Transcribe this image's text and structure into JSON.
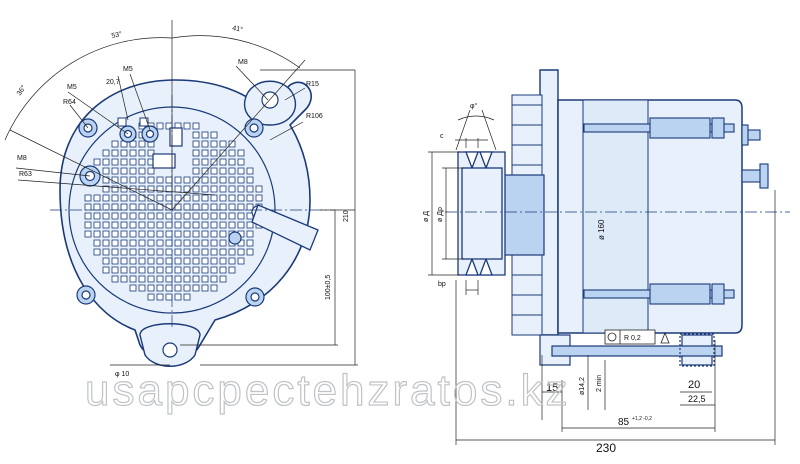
{
  "drawing": {
    "front_view": {
      "angle_top": "53°",
      "angle_right": "41°",
      "angle_left": "36°",
      "m8_top": "M8",
      "m5_left": "M5",
      "m5_mid": "M5",
      "dim_20_7": "20,7",
      "r64": "R64",
      "m8_left": "M8",
      "r63": "R63",
      "r15": "R15",
      "r106": "R106",
      "height_210": "210",
      "height_100": "100±0,5",
      "bottom_hole": "φ 10"
    },
    "side_view": {
      "angle_phi": "φ°",
      "label_c": "c",
      "dia_d": "ø Д",
      "dia_dp": "ø Др",
      "label_bp": "bp",
      "dia_160": "ø 160",
      "tolerance_box": "R 0,2",
      "dim_15": "15",
      "dia_14_2": "ø14,2",
      "dim_2min": "2 min",
      "dim_20": "20",
      "dim_22_5": "22,5",
      "dim_85": "85",
      "dim_85_tol": "+1,2 -0,2",
      "dim_230": "230"
    }
  },
  "watermark": "usapcpectehzratos.kz",
  "colors": {
    "line": "#1a3a7a",
    "fill_light": "#e8f1fb",
    "fill_mid": "#b9d3f0",
    "dim": "#222222",
    "watermark": "#bfc3c7"
  }
}
